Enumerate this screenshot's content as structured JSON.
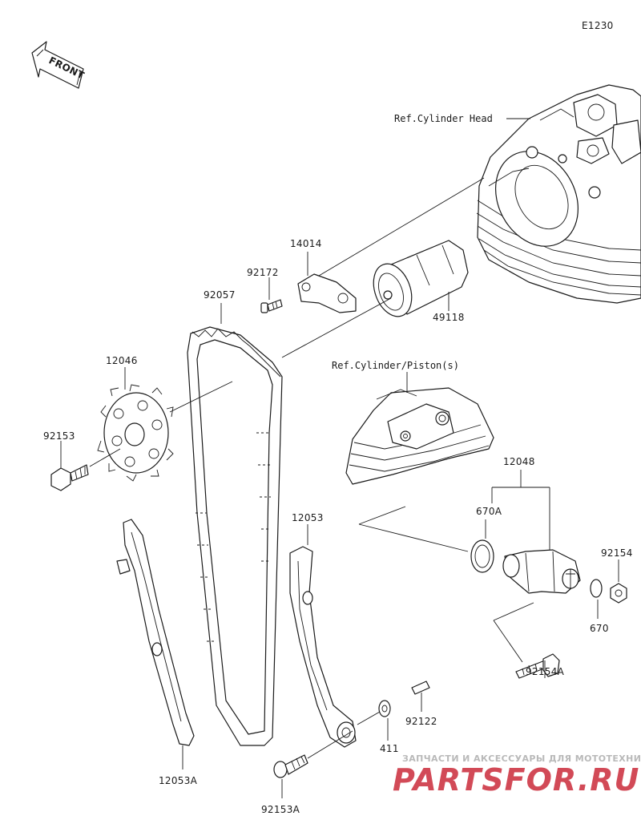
{
  "diagram": {
    "code": "E1230",
    "front_label": "FRONT",
    "refs": {
      "cylinder_head": "Ref.Cylinder Head",
      "cylinder_piston": "Ref.Cylinder/Piston(s)"
    },
    "parts": {
      "p14014": "14014",
      "p92172": "92172",
      "p92057": "92057",
      "p49118": "49118",
      "p12046": "12046",
      "p92153": "92153",
      "p12048": "12048",
      "p670A": "670A",
      "p92154": "92154",
      "p670": "670",
      "p92154A": "92154A",
      "p12053": "12053",
      "p12053A": "12053A",
      "p92122": "92122",
      "p411": "411",
      "p92153A": "92153A"
    }
  },
  "watermark": {
    "tagline": "ЗАПЧАСТИ И АКСЕССУАРЫ ДЛЯ МОТОТЕХНИКИ",
    "brand": "PARTSFOR.RU"
  }
}
